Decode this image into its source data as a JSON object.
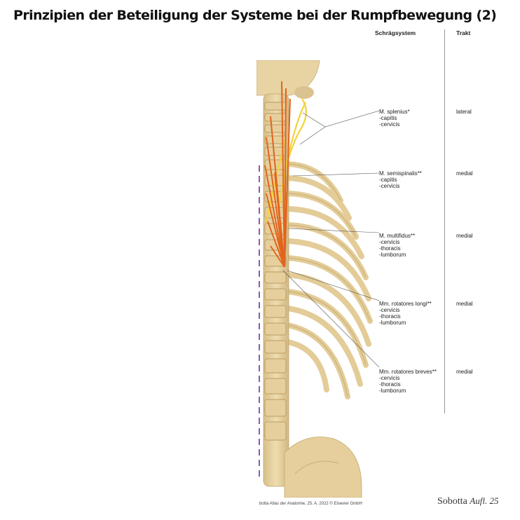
{
  "title": "Prinzipien der Beteiligung der Systeme bei der Rumpfbewegung (2)",
  "headers": {
    "system": "Schrägsystem",
    "tract": "Trakt"
  },
  "muscles": [
    {
      "name": "M. splenius*",
      "parts": [
        "-capitis",
        "-cervicis"
      ],
      "tract": "lateral"
    },
    {
      "name": "M. semispinalis**",
      "parts": [
        "-capitis",
        "-cervicis"
      ],
      "tract": "medial"
    },
    {
      "name": "M. multifidus**",
      "parts": [
        "-cervicis",
        "-thoracis",
        "-lumborum"
      ],
      "tract": "medial"
    },
    {
      "name": "Mm. rotatores longi**",
      "parts": [
        "-cervicis",
        "-thoracis",
        "-lumborum"
      ],
      "tract": "medial"
    },
    {
      "name": "Mm. rotatores breves**",
      "parts": [
        "-cervicis",
        "-thoracis",
        "-lumborum"
      ],
      "tract": "medial"
    }
  ],
  "caption": "botta Atlas der Anatomie, 25. A. 2022 © Elsevier GmbH",
  "brand": {
    "name": "Sobotta",
    "edition": "Aufl. 25"
  },
  "colors": {
    "bone": "#e9d6a8",
    "bone_shadow": "#c9b07c",
    "splenius": "#f3d23a",
    "transversospinal": "#e2641e",
    "midline": "#8e5aa6"
  }
}
